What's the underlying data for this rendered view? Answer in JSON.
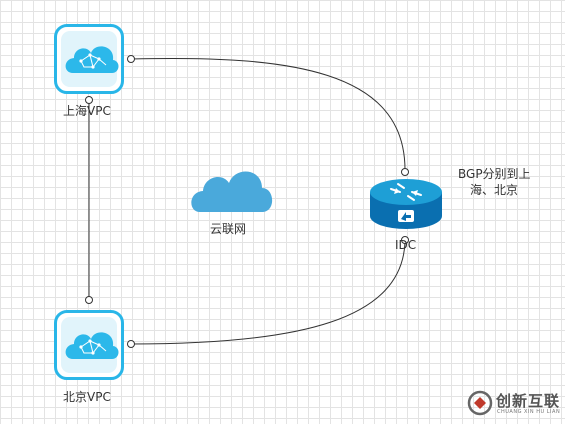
{
  "nodes": {
    "shanghai": {
      "label": "上海VPC",
      "icon": "cloud-vpc-icon"
    },
    "beijing": {
      "label": "北京VPC",
      "icon": "cloud-vpc-icon"
    },
    "cloud_network": {
      "label": "云联网",
      "icon": "cloud-icon"
    },
    "idc": {
      "label": "IDC",
      "icon": "router-icon"
    }
  },
  "annotations": {
    "bgp_line1": "BGP分别到上",
    "bgp_line2": "海、北京"
  },
  "watermark": {
    "brand": "创新互联",
    "sub": "CHUANG XIN HU LIAN"
  },
  "colors": {
    "vpc_border": "#29b6e8",
    "vpc_cloud": "#2cb8ea",
    "cloud": "#4aa9db",
    "router_top": "#1e9fd6",
    "router_body": "#0a6fb0",
    "line": "#333333"
  }
}
